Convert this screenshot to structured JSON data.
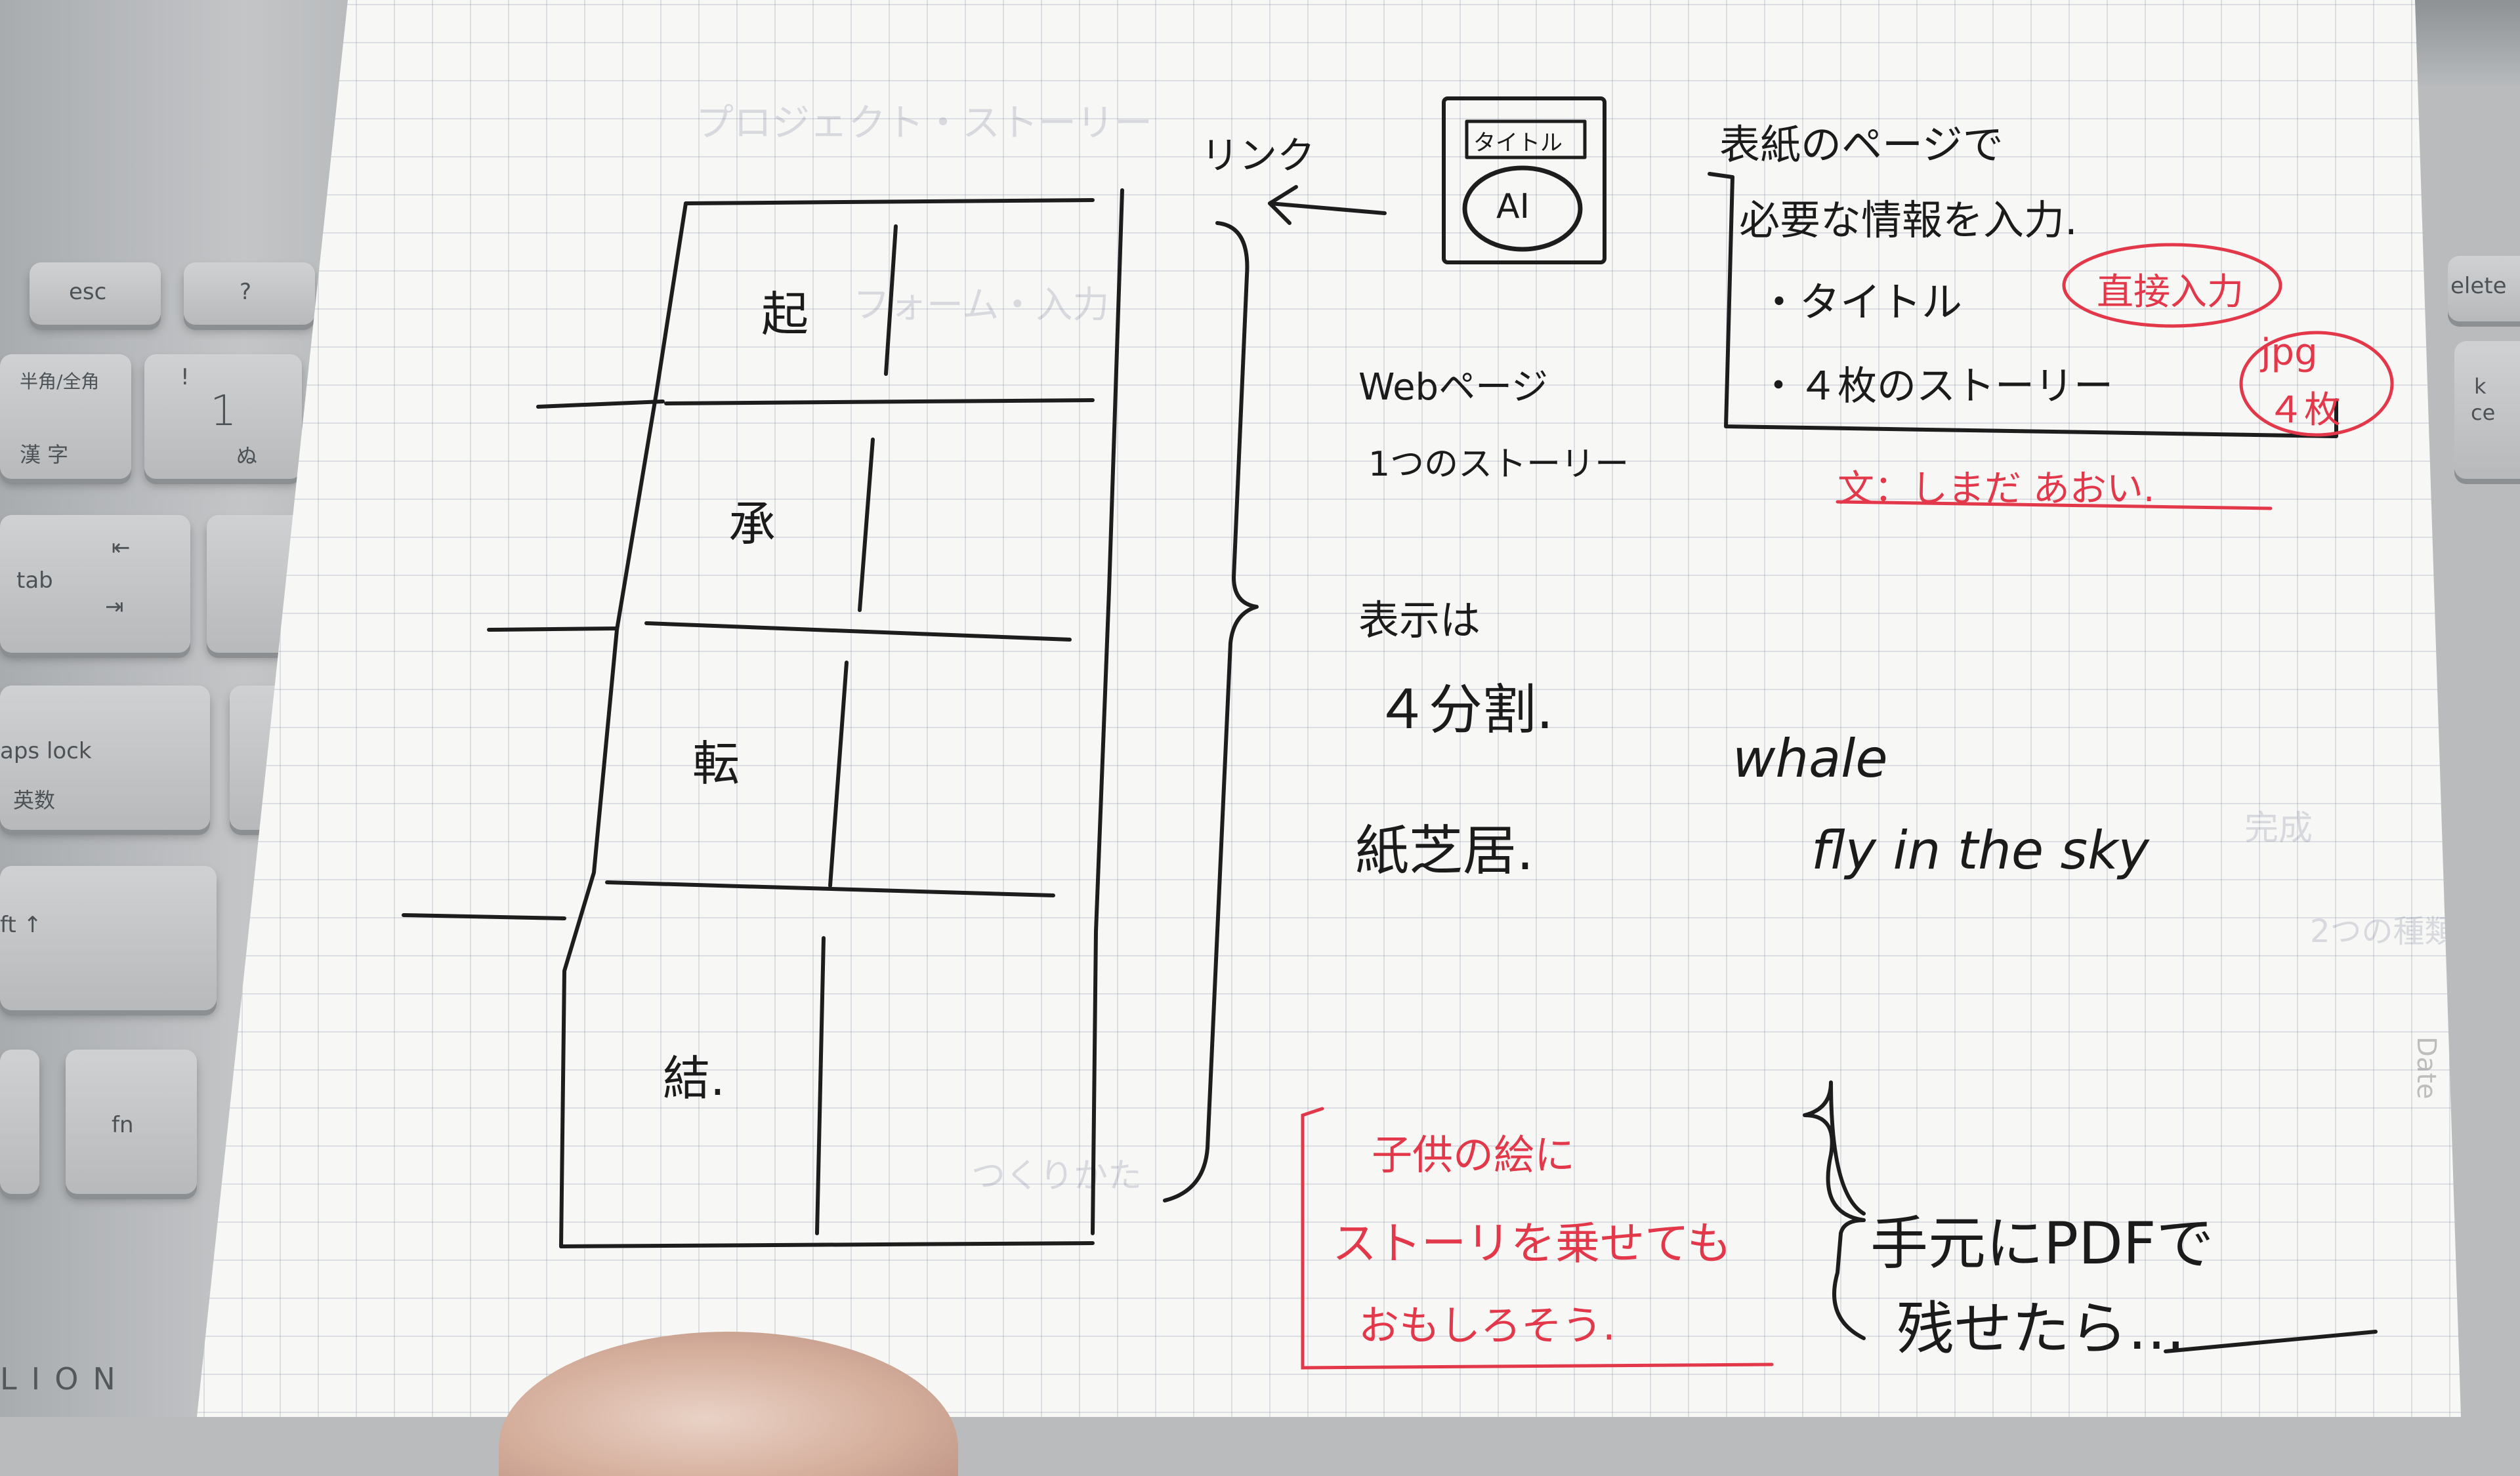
{
  "keyboard": {
    "keys": [
      {
        "id": "esc",
        "label": "esc"
      },
      {
        "id": "question",
        "label": "?"
      },
      {
        "id": "hankaku",
        "label": "半角/全角",
        "sub": "漢 字"
      },
      {
        "id": "one",
        "label": "!",
        "big": "1",
        "sub": "ぬ"
      },
      {
        "id": "tab",
        "label": "tab"
      },
      {
        "id": "capslock",
        "label": "aps lock",
        "sub": "英数"
      },
      {
        "id": "shift",
        "label": "ft ↑"
      },
      {
        "id": "fn",
        "label": "fn"
      }
    ],
    "right_keys": [
      "elete",
      "k",
      "ce"
    ],
    "brand": "LION"
  },
  "paper": {
    "brand_vertical": "Date",
    "left_sketch": {
      "panels": [
        "起",
        "承",
        "転",
        "結."
      ]
    },
    "link_label": "リンク",
    "cover_thumbnail": {
      "title": "タイトル",
      "badge": "AI"
    },
    "web_page_note": [
      "Webページ",
      "1つのストーリー"
    ],
    "display_note": [
      "表示は",
      "４分割.",
      "紙芝居."
    ],
    "cover_note": {
      "heading": [
        "表紙のページで",
        "必要な情報を入力."
      ],
      "items": [
        "・タイトル",
        "・４枚のストーリー"
      ],
      "red_tags": [
        "直接入力",
        "jpg",
        "４枚"
      ],
      "red_note": "文：しまだ あおい."
    },
    "english_note": [
      "whale",
      "fly in the sky"
    ],
    "red_idea": [
      "子供の絵に",
      "ストーリを乗せても",
      "おもしろそう."
    ],
    "pdf_note": [
      "手元にPDFで",
      "残せたら…"
    ]
  }
}
